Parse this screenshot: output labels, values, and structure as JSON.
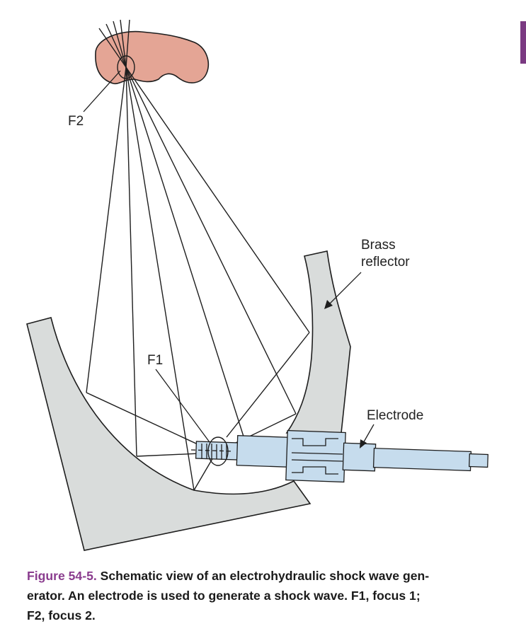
{
  "labels": {
    "f2": "F2",
    "f1": "F1",
    "brass_reflector_line1": "Brass",
    "brass_reflector_line2": "reflector",
    "electrode": "Electrode"
  },
  "caption": {
    "figure_label": "Figure 54-5.",
    "text_line1": "Schematic view of an electrohydraulic shock wave gen-",
    "text_line2": "erator. An electrode is used to generate a shock wave. F1, focus 1;",
    "text_line3": "F2, focus 2."
  },
  "colors": {
    "reflector_fill": "#d9dcdb",
    "kidney_fill": "#e4a595",
    "electrode_fill": "#c6dced",
    "accent": "#8a3c8e",
    "line": "#1e1e1e"
  }
}
